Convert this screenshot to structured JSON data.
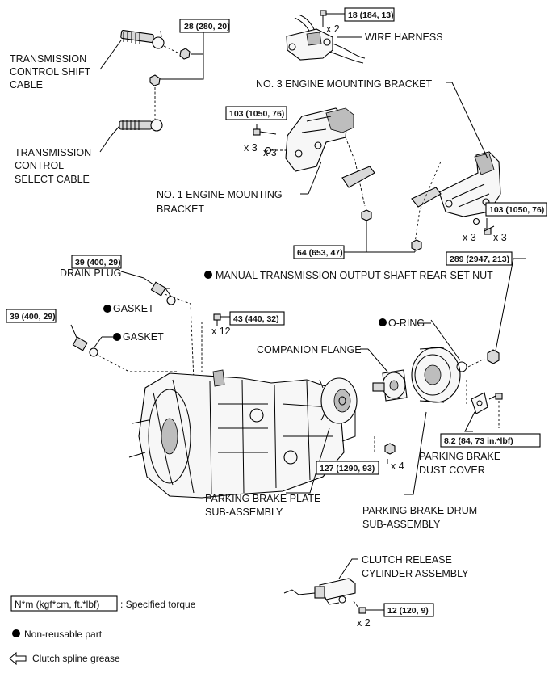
{
  "labels": {
    "shift_cable": [
      "TRANSMISSION",
      "CONTROL SHIFT",
      "CABLE"
    ],
    "select_cable": [
      "TRANSMISSION",
      "CONTROL",
      "SELECT CABLE"
    ],
    "wire_harness": "WIRE HARNESS",
    "no3_bracket": "NO. 3 ENGINE MOUNTING BRACKET",
    "no1_bracket": [
      "NO. 1 ENGINE MOUNTING",
      "BRACKET"
    ],
    "rear_set_nut": "MANUAL TRANSMISSION OUTPUT SHAFT REAR SET NUT",
    "drain_plug": "DRAIN PLUG",
    "gasket_1": "GASKET",
    "gasket_2": "GASKET",
    "o_ring": "O-RING",
    "companion_flange": "COMPANION FLANGE",
    "pb_dust_cover": [
      "PARKING BRAKE",
      "DUST COVER"
    ],
    "pb_plate": [
      "PARKING BRAKE PLATE",
      "SUB-ASSEMBLY"
    ],
    "pb_drum": [
      "PARKING BRAKE DRUM",
      "SUB-ASSEMBLY"
    ],
    "clutch_cyl": [
      "CLUTCH RELEASE",
      "CYLINDER ASSEMBLY"
    ]
  },
  "torques": {
    "shift_cable": "28 (280, 20)",
    "harness": "18 (184, 13)",
    "no1_bracket": "103 (1050, 76)",
    "no3_bracket": "103 (1050, 76)",
    "mount_nuts": "64 (653, 47)",
    "rear_nut": "289 (2947, 213)",
    "drain_plug": "39 (400, 29)",
    "fill_plug": "39 (400, 29)",
    "case_bolts": "43 (440, 32)",
    "plate_bolts": "127 (1290, 93)",
    "dust_cover": "8.2 (84, 73 in.*lbf)",
    "clutch_cyl": "12 (120, 9)"
  },
  "quantities": {
    "harness": "x 2",
    "no1_bolt": "x 3",
    "no1_washer": "x 3",
    "no3_washer": "x 3",
    "no3_bolt": "x 3",
    "case_bolts": "x 12",
    "plate_bolts": "x 4",
    "clutch_bolts": "x 2"
  },
  "legend": {
    "torque_box": "N*m (kgf*cm, ft.*lbf)",
    "torque_desc": ": Specified torque",
    "non_reusable": "Non-reusable part",
    "grease": "Clutch spline grease"
  }
}
